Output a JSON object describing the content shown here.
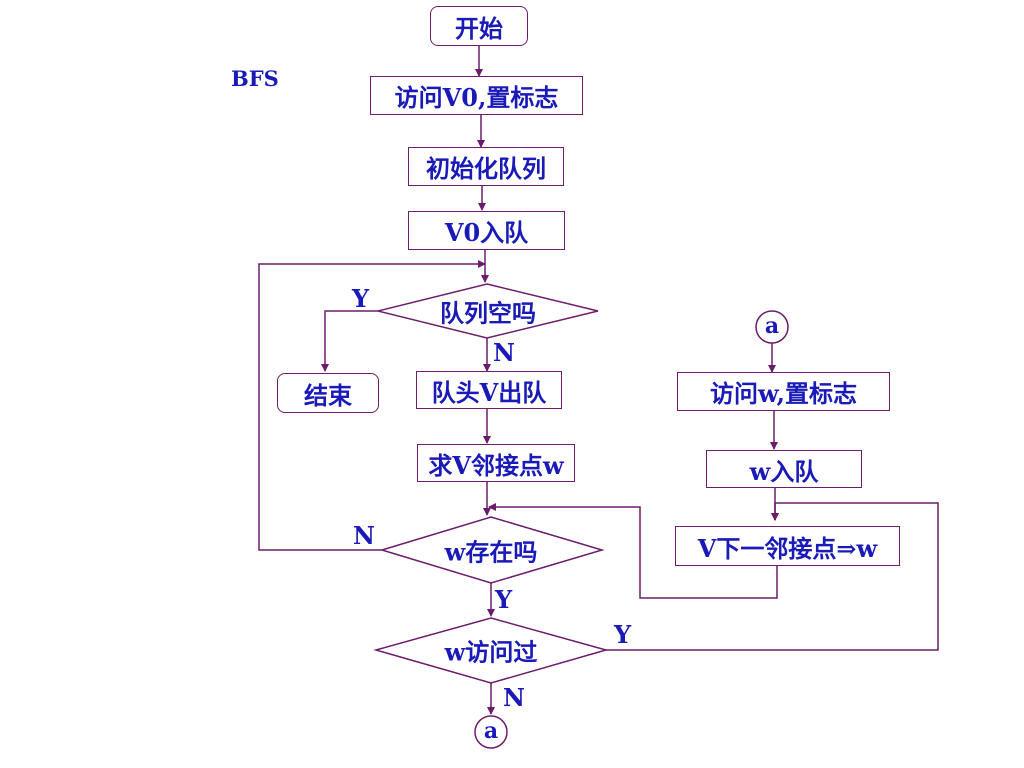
{
  "title": "BFS",
  "nodes": {
    "start": "开始",
    "visit_v0": "访问V0,置标志",
    "init_queue": "初始化队列",
    "enqueue_v0": "V0入队",
    "queue_empty": "队列空吗",
    "end": "结束",
    "dequeue_v": "队头V出队",
    "find_adj": "求V邻接点w",
    "w_exists": "w存在吗",
    "w_visited": "w访问过",
    "connector_bottom": "a",
    "connector_top": "a",
    "visit_w": "访问w,置标志",
    "enqueue_w": "w入队",
    "next_adj": "V下一邻接点⇒w"
  },
  "edge_labels": {
    "empty_yes": "Y",
    "empty_no": "N",
    "exists_no": "N",
    "exists_yes": "Y",
    "visited_yes": "Y",
    "visited_no": "N"
  },
  "colors": {
    "line": "#6b1d6b",
    "text": "#1a1ab8",
    "background": "#ffffff"
  }
}
